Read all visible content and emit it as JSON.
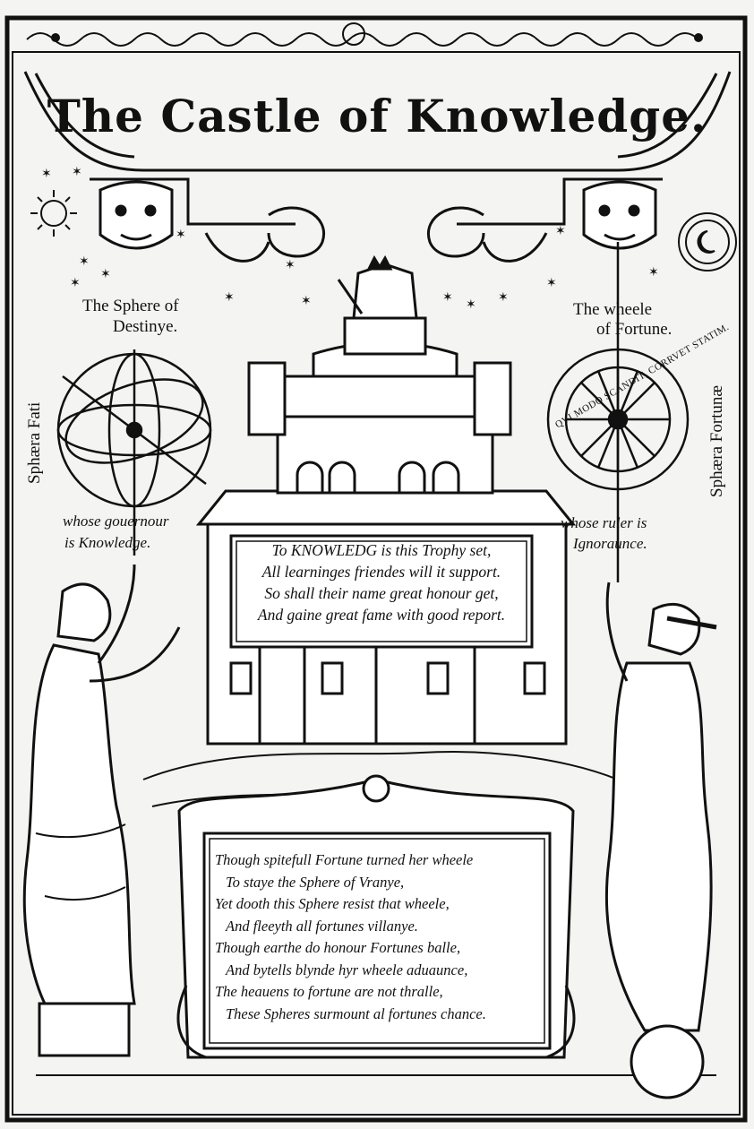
{
  "title": "The Castle of Knowledge.",
  "left_sphere": {
    "heading_line1": "The Sphere of",
    "heading_line2": "Destinye.",
    "side_label": "Sphæra Fati",
    "governor_line1": "whose gouernour",
    "governor_line2": "is Knowledge."
  },
  "right_wheel": {
    "heading_line1": "The wheele",
    "heading_line2": "of Fortune.",
    "side_label": "Sphæra Fortunæ",
    "rim_inscription": "QVI MODO SCANDIT, CORRVET STATIM.",
    "ruler_line1": "whose ruler is",
    "ruler_line2": "Ignoraunce."
  },
  "plaque": {
    "lines": [
      "To KNOWLEDG is this Trophy set,",
      "All learninges friendes will it support.",
      "So shall their name great honour get,",
      "And gaine great fame with good report."
    ]
  },
  "poem": {
    "lines": [
      "Though spitefull Fortune turned her wheele",
      "To staye the Sphere of Vranye,",
      "Yet dooth this Sphere resist that wheele,",
      "And fleeyth all fortunes villanye.",
      "Though earthe do honour Fortunes balle,",
      "And bytells blynde hyr wheele aduaunce,",
      "The heauens to fortune are not thralle,",
      "These Spheres surmount al fortunes chance."
    ]
  },
  "colors": {
    "ink": "#111111",
    "paper": "#f4f4f2"
  }
}
